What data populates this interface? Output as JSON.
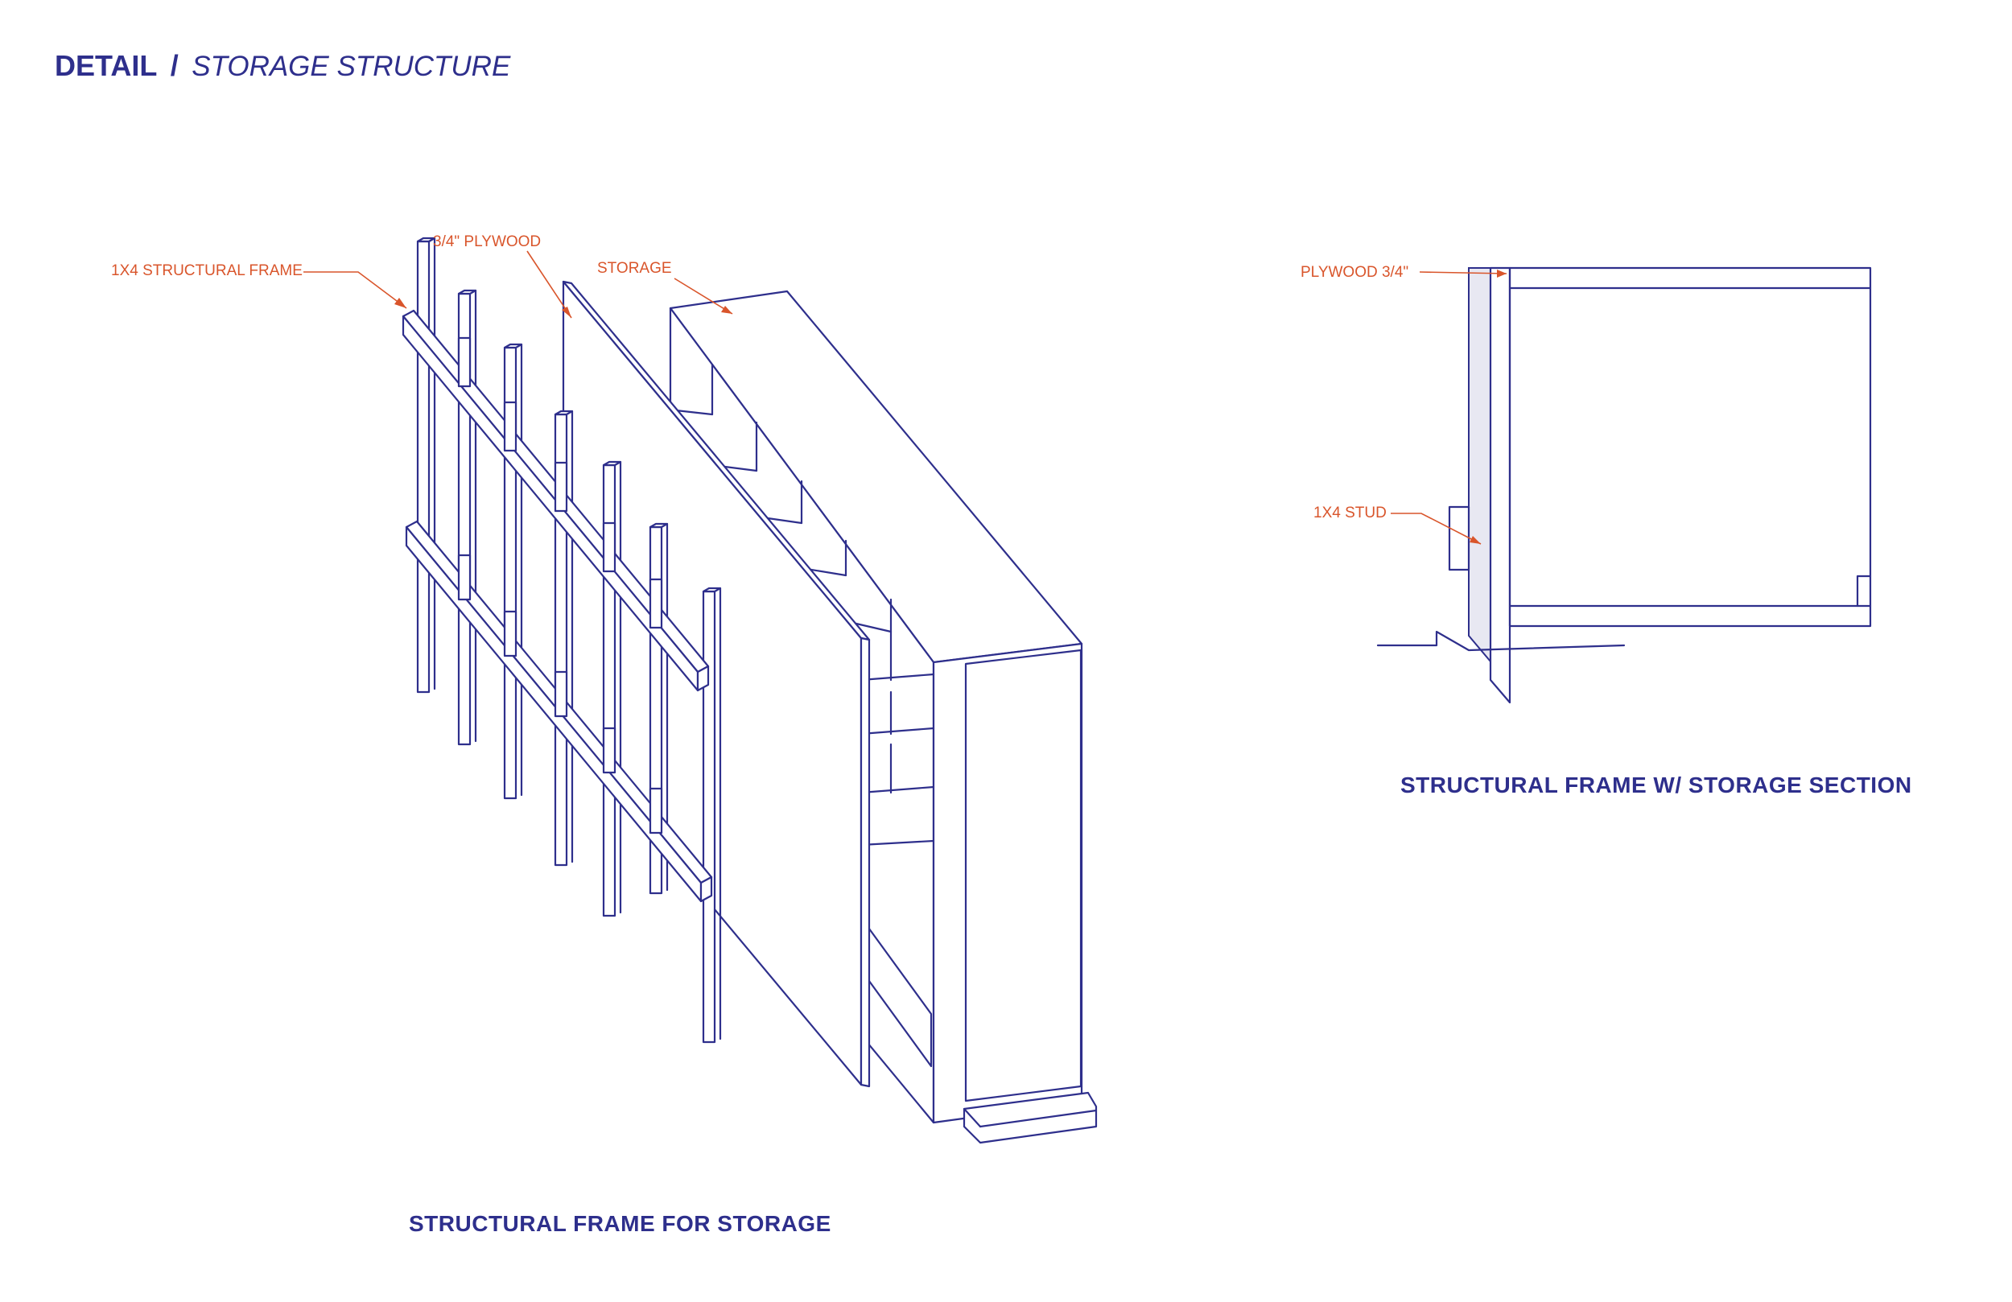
{
  "header": {
    "title_bold": "DETAIL",
    "title_sep": "/",
    "title_italic": "STORAGE STRUCTURE"
  },
  "axonometric": {
    "caption": "STRUCTURAL FRAME FOR STORAGE",
    "labels": {
      "frame": "1X4  STRUCTURAL FRAME",
      "plywood": "3/4\" PLYWOOD",
      "storage": "STORAGE"
    }
  },
  "section": {
    "caption": "STRUCTURAL FRAME  W/ STORAGE SECTION",
    "labels": {
      "plywood": "PLYWOOD 3/4\"",
      "stud": "1X4  STUD"
    }
  },
  "colors": {
    "line": "#2e2f8c",
    "annotation": "#d9552b",
    "background": "#ffffff"
  }
}
